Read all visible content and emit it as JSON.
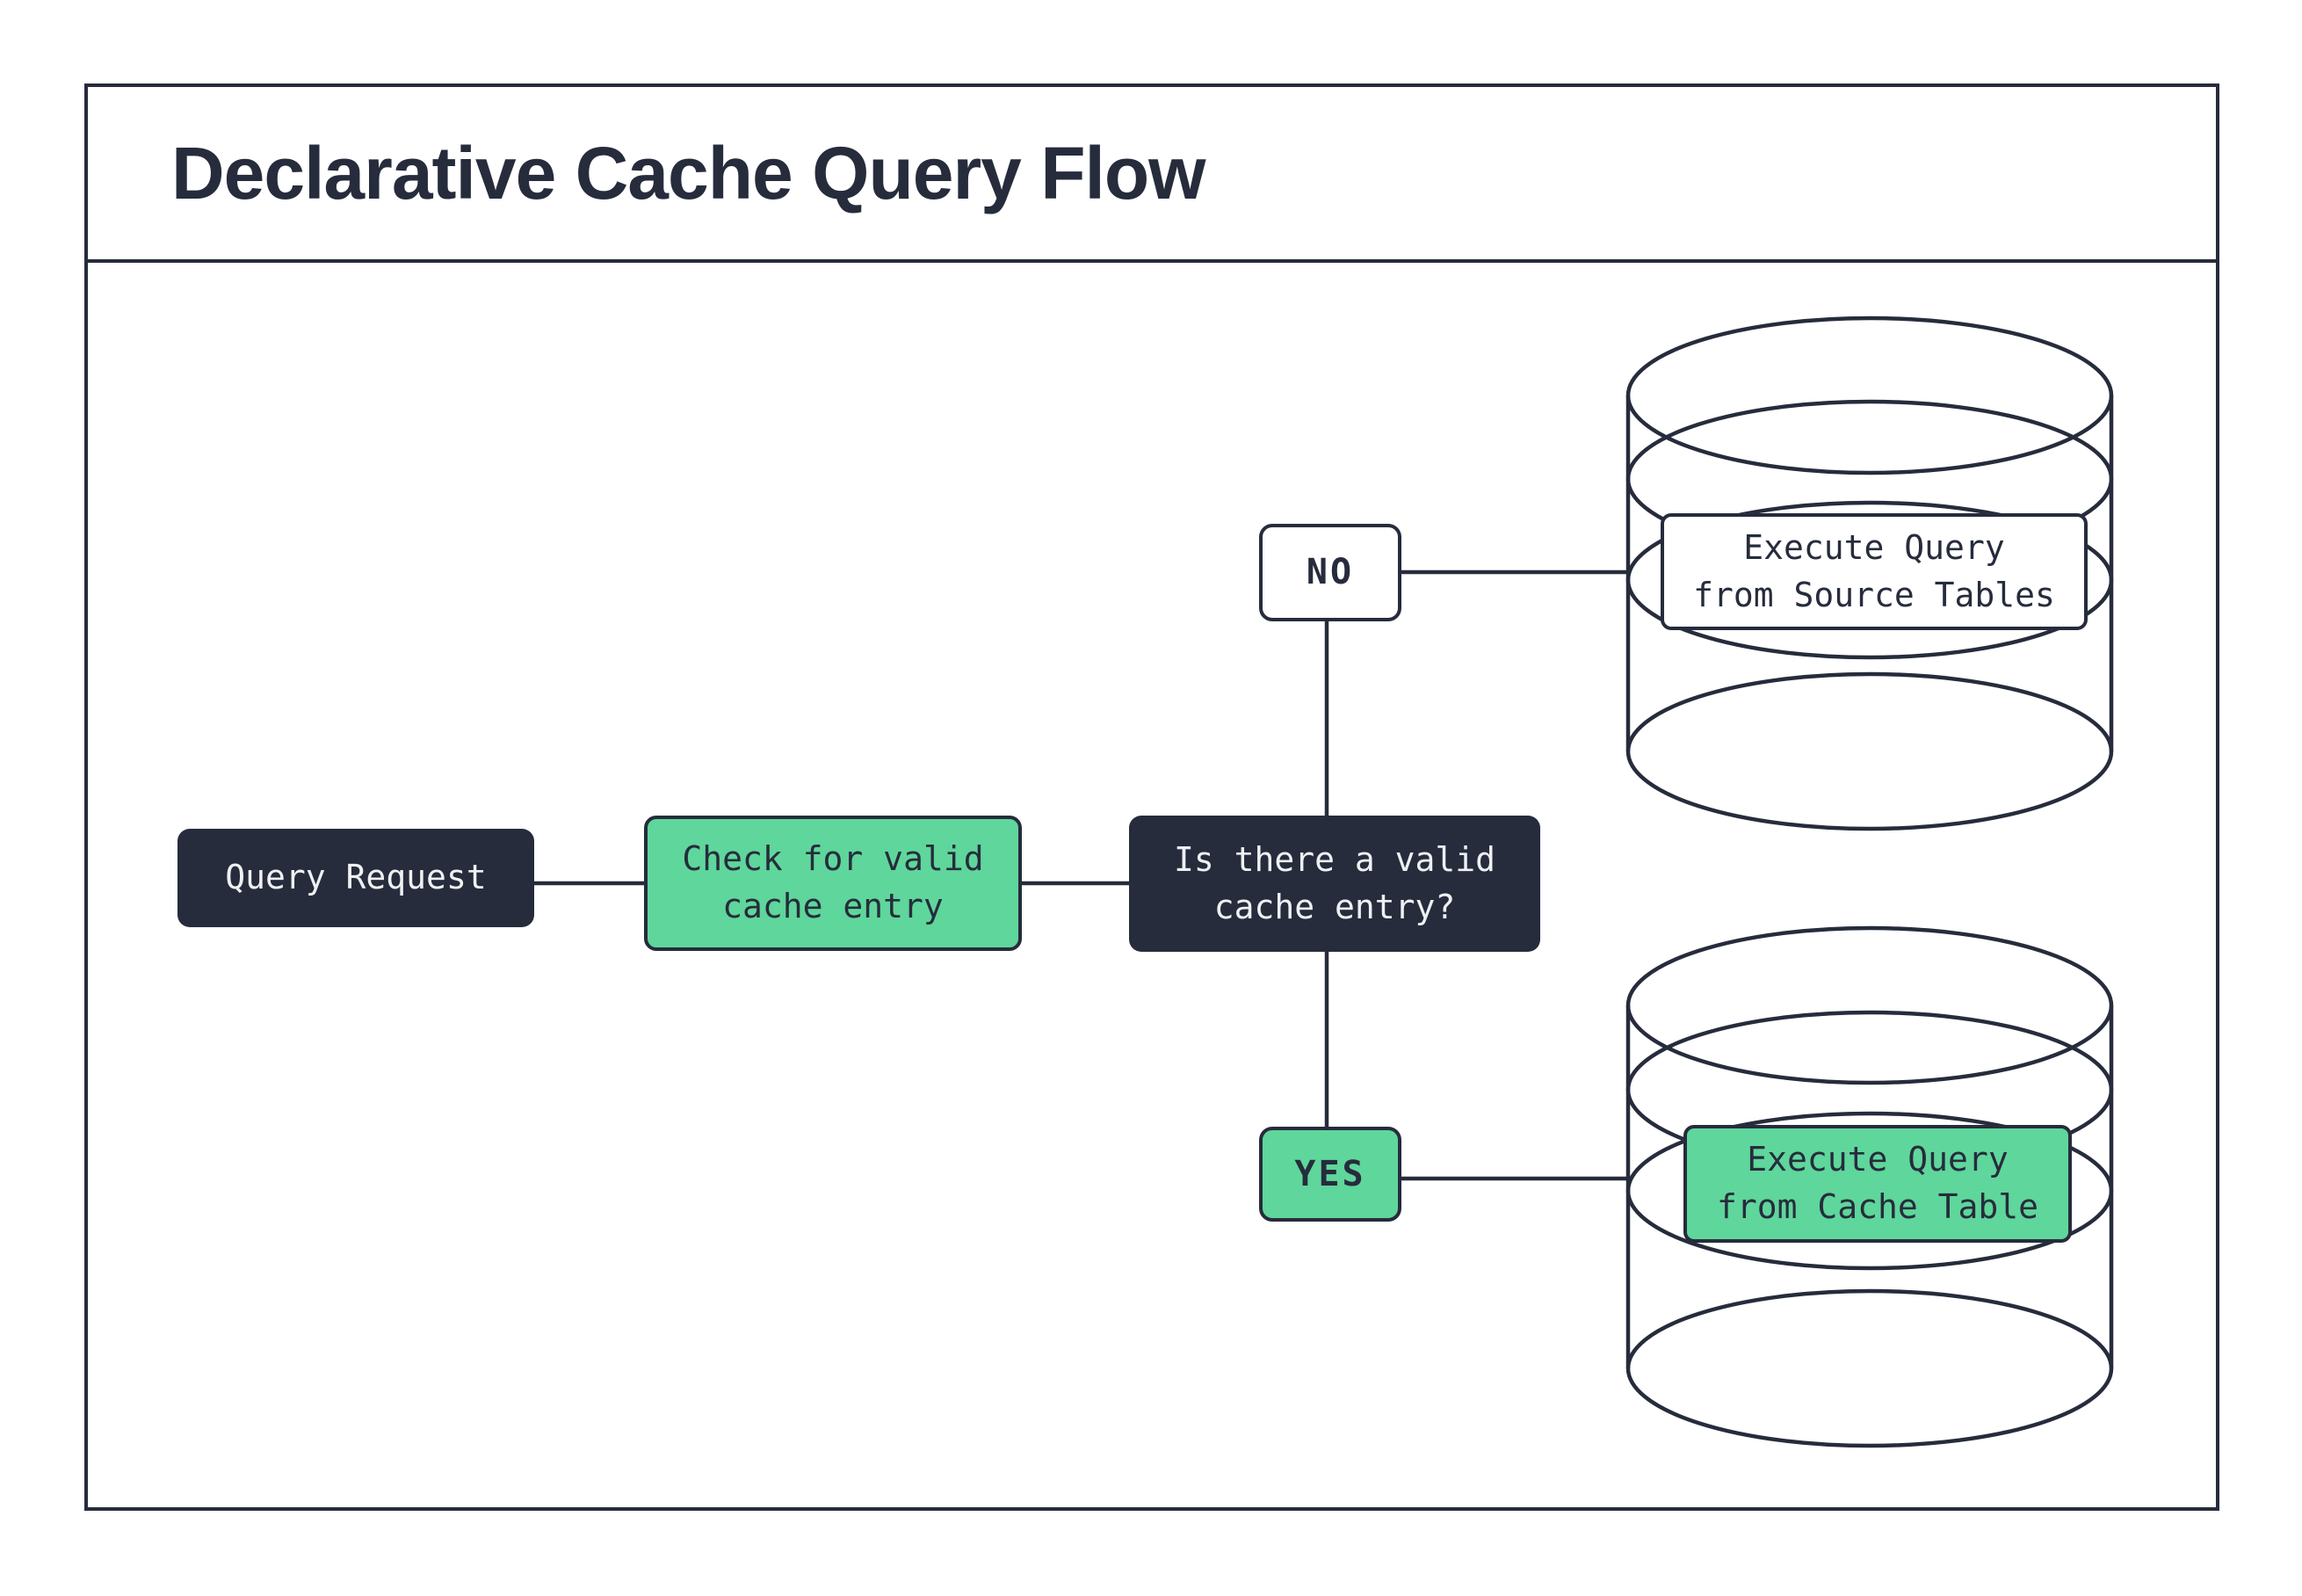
{
  "title": "Declarative Cache Query Flow",
  "colors": {
    "navy": "#262c3c",
    "green": "#5fd69b",
    "light": "#eef0f2",
    "bg": "#ffffff"
  },
  "nodes": {
    "query_request": {
      "label": "Query Request"
    },
    "check_cache": {
      "label": "Check for valid\ncache entry"
    },
    "decision": {
      "label": "Is there a valid\ncache entry?"
    },
    "branch_no": {
      "label": "NO"
    },
    "branch_yes": {
      "label": "YES"
    },
    "source_db": {
      "label": "Execute Query\nfrom Source Tables"
    },
    "cache_db": {
      "label": "Execute Query\nfrom Cache Table"
    }
  }
}
